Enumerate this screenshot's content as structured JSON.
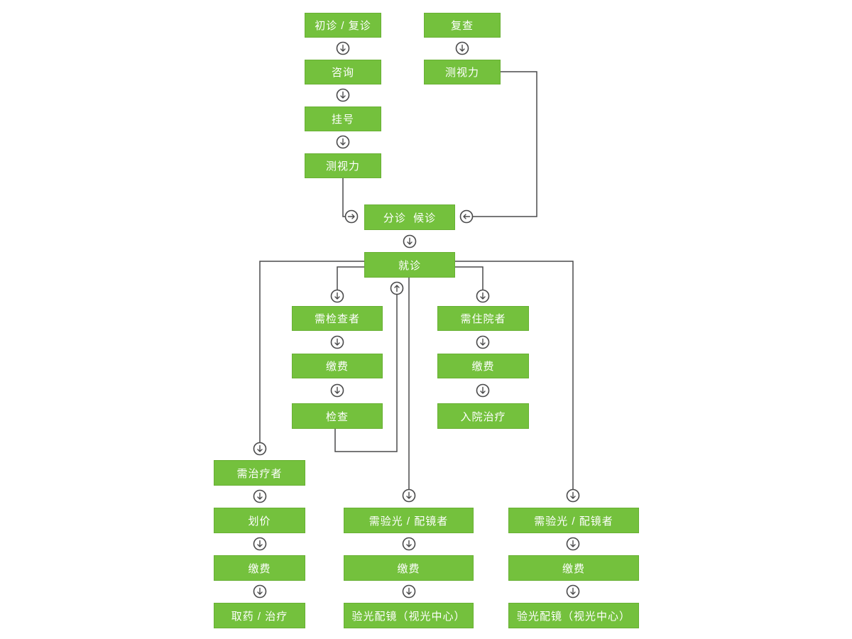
{
  "colors": {
    "background": "#ffffff",
    "node": "#74c13d",
    "node_border": "#68b033",
    "node_text": "#ffffff",
    "line": "#4a4a4b"
  },
  "flowchart": {
    "nodes": {
      "first_visit": "初诊 / 复诊",
      "consult": "咨询",
      "register": "挂号",
      "vision_test_left": "测视力",
      "recheck": "复查",
      "vision_test_right": "测视力",
      "triage": "分诊  候诊",
      "visit": "就诊",
      "need_exam": "需检查者",
      "pay_exam": "缴费",
      "exam": "检查",
      "need_admission": "需住院者",
      "pay_admission": "缴费",
      "admission": "入院治疗",
      "need_treatment": "需治疗者",
      "pricing": "划价",
      "pay_treatment": "缴费",
      "dispense_treatment": "取药 / 治疗",
      "need_optometry_mid": "需验光 / 配镜者",
      "pay_optometry_mid": "缴费",
      "optometry_mid": "验光配镜（视光中心）",
      "need_optometry_right": "需验光 / 配镜者",
      "pay_optometry_right": "缴费",
      "optometry_right": "验光配镜（视光中心）"
    },
    "icons": {
      "arrow_down": "↓",
      "arrow_up": "↑",
      "arrow_left": "←",
      "arrow_right": "→"
    }
  }
}
